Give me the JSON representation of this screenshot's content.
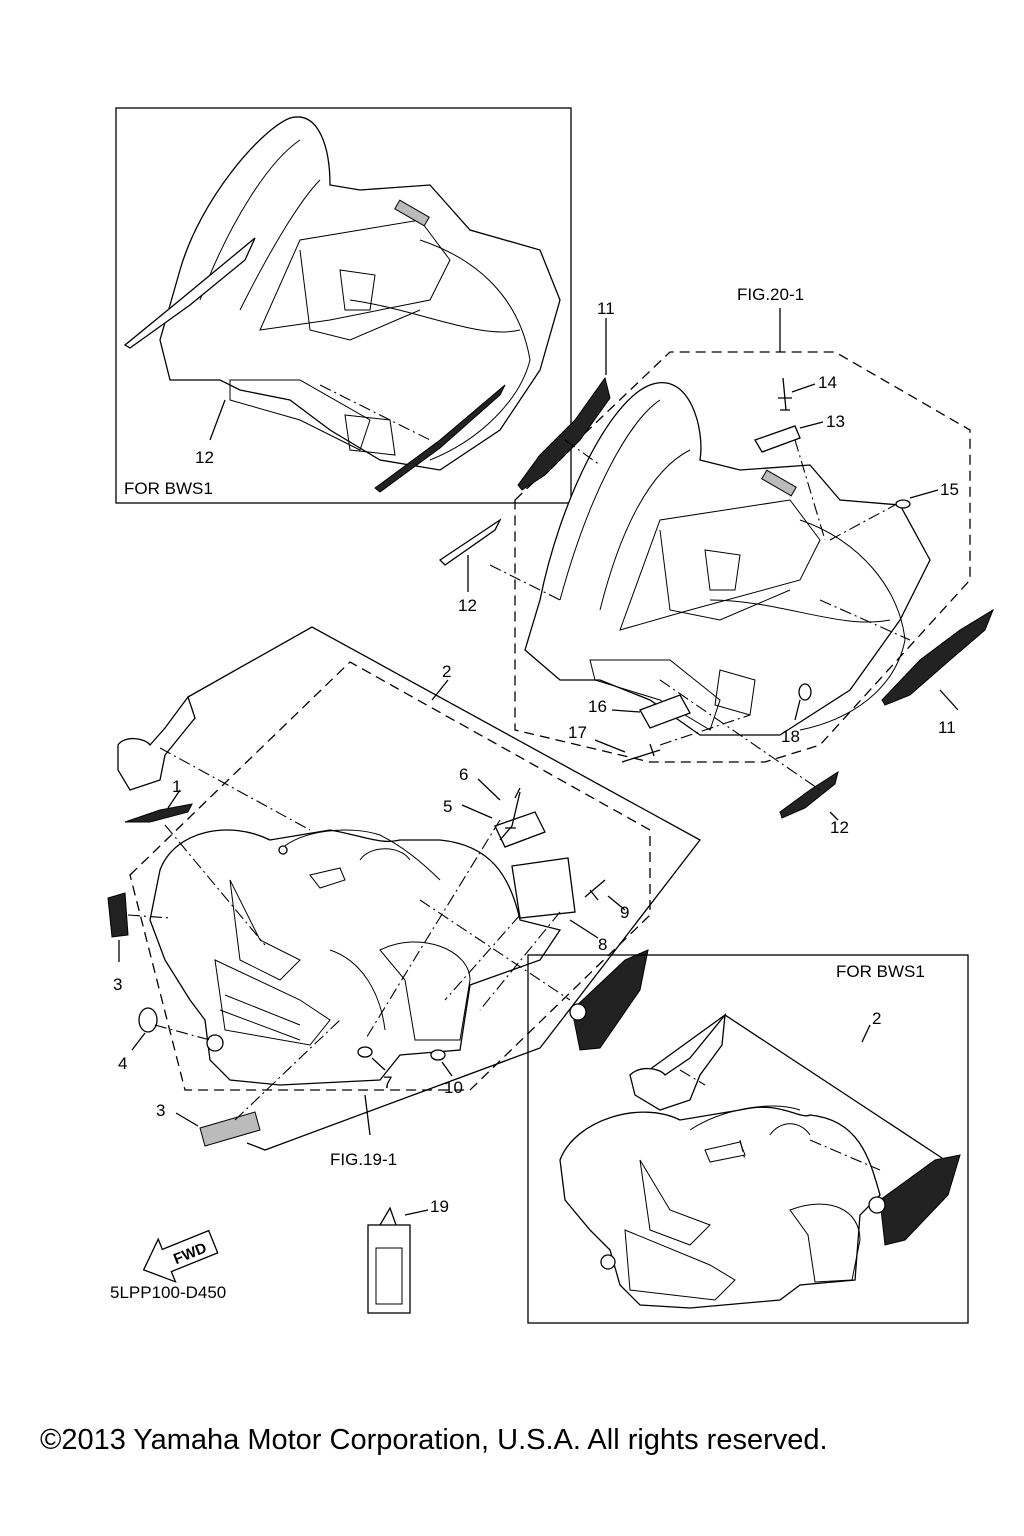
{
  "diagram": {
    "callouts": [
      "1",
      "2",
      "3",
      "4",
      "5",
      "6",
      "7",
      "8",
      "9",
      "10",
      "11",
      "12",
      "13",
      "14",
      "15",
      "16",
      "17",
      "18",
      "19"
    ],
    "labels": {
      "inset_top": "FOR BWS1",
      "inset_bottom": "FOR BWS1",
      "fig_rear": "FIG.20-1",
      "fig_front": "FIG.19-1",
      "part_code": "5LPP100-D450",
      "fwd_arrow": "FWD"
    },
    "copyright": "©2013 Yamaha Motor Corporation, U.S.A. All rights reserved."
  }
}
